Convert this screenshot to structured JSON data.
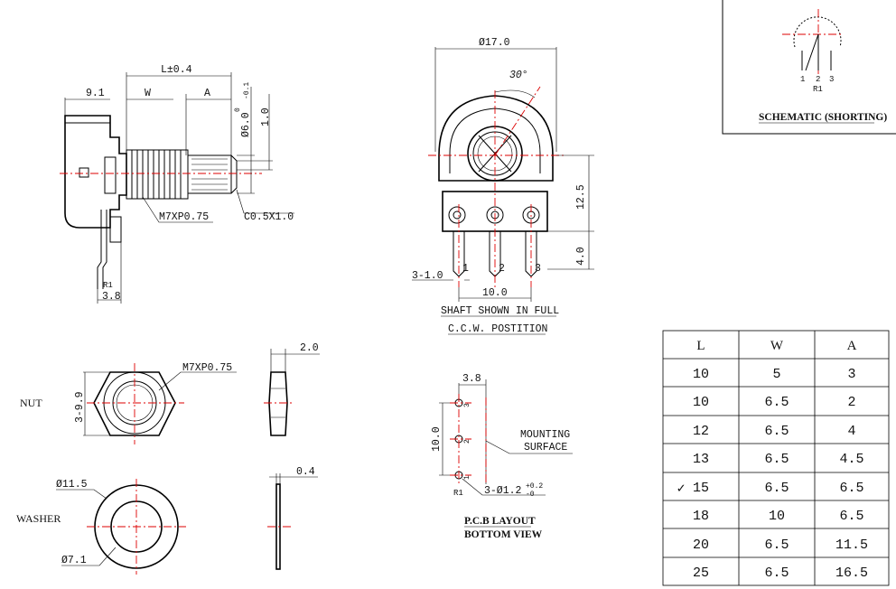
{
  "side_view": {
    "dim_L": "L±0.4",
    "dim_9_1": "9.1",
    "dim_W": "W",
    "dim_A": "A",
    "dim_shaft_dia": "Ø6.0",
    "dim_shaft_tol_top": "0",
    "dim_shaft_tol_bot": "-0.1",
    "dim_1_0": "1.0",
    "thread": "M7XP0.75",
    "chamfer": "C0.5X1.0",
    "pin_label": "R1",
    "dim_3_8": "3.8"
  },
  "front_view": {
    "dim_17": "Ø17.0",
    "angle": "30°",
    "dim_12_5": "12.5",
    "dim_4_0": "4.0",
    "dim_3_1": "3-1.0",
    "dim_10": "10.0",
    "pin1": "1",
    "pin2": "2",
    "pin3": "3",
    "note_line1": "SHAFT SHOWN IN FULL",
    "note_line2": "C.C.W. POSTITION"
  },
  "schematic": {
    "title": "SCHEMATIC (SHORTING)",
    "pin1": "1",
    "pin2": "2",
    "pin3": "3",
    "ref": "R1"
  },
  "nut": {
    "label": "NUT",
    "thread": "M7XP0.75",
    "dim_across": "3-9.9",
    "dim_thick": "2.0"
  },
  "washer": {
    "label": "WASHER",
    "dim_outer": "Ø11.5",
    "dim_inner": "Ø7.1",
    "dim_thick": "0.4"
  },
  "pcb": {
    "dim_3_8": "3.8",
    "dim_10": "10.0",
    "mounting_line1": "MOUNTING",
    "mounting_line2": "SURFACE",
    "holes": "3-Ø1.2",
    "holes_tol_top": "+0.2",
    "holes_tol_bot": "-0",
    "pin1": "1",
    "pin2": "2",
    "pin3": "3",
    "ref": "R1",
    "title_line1": "P.C.B LAYOUT",
    "title_line2": "BOTTOM VIEW"
  },
  "table": {
    "headers": [
      "L",
      "W",
      "A"
    ],
    "rows": [
      [
        "10",
        "5",
        "3"
      ],
      [
        "10",
        "6.5",
        "2"
      ],
      [
        "12",
        "6.5",
        "4"
      ],
      [
        "13",
        "6.5",
        "4.5"
      ],
      [
        "15",
        "6.5",
        "6.5"
      ],
      [
        "18",
        "10",
        "6.5"
      ],
      [
        "20",
        "6.5",
        "11.5"
      ],
      [
        "25",
        "6.5",
        "16.5"
      ]
    ],
    "selected_row": 4,
    "check_mark": "✓",
    "check_color": "#cc0000"
  }
}
